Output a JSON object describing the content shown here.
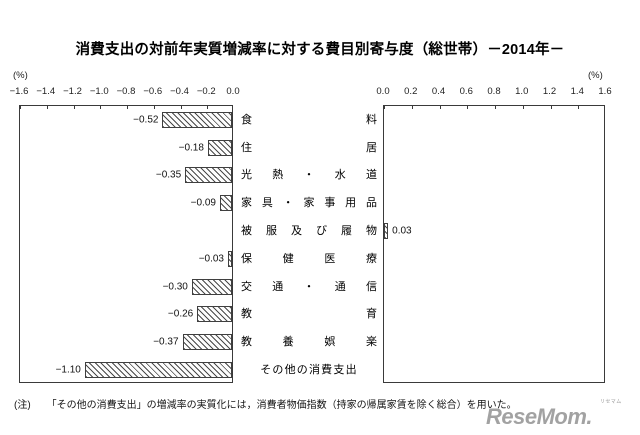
{
  "title": "消費支出の対前年実質増減率に対する費目別寄与度（総世帯）－2014年－",
  "unit_left": "(%)",
  "unit_right": "(%)",
  "footnote": {
    "marker": "(注)",
    "text": "「その他の消費支出」の増減率の実質化には，消費者物価指数（持家の帰属家賃を除く総合）を用いた。"
  },
  "watermark": {
    "text": "ReseMom.",
    "sub": "リセマム"
  },
  "axis": {
    "left_ticks": [
      "-1.6",
      "-1.4",
      "-1.2",
      "-1.0",
      "-0.8",
      "-0.6",
      "-0.4",
      "-0.2",
      "0.0"
    ],
    "right_ticks": [
      "0.0",
      "0.2",
      "0.4",
      "0.6",
      "0.8",
      "1.0",
      "1.2",
      "1.4",
      "1.6"
    ]
  },
  "categories": [
    {
      "label": "食料",
      "chars": [
        "食",
        "料"
      ]
    },
    {
      "label": "住居",
      "chars": [
        "住",
        "居"
      ]
    },
    {
      "label": "光熱・水道",
      "chars": [
        "光",
        "熱",
        "・",
        "水",
        "道"
      ]
    },
    {
      "label": "家具・家事用品",
      "chars": [
        "家",
        "具",
        "・",
        "家",
        "事",
        "用",
        "品"
      ]
    },
    {
      "label": "被服及び履物",
      "chars": [
        "被",
        "服",
        "及",
        "び",
        "履",
        "物"
      ]
    },
    {
      "label": "保健医療",
      "chars": [
        "保",
        "健",
        "医",
        "療"
      ]
    },
    {
      "label": "交通・通信",
      "chars": [
        "交",
        "通",
        "・",
        "通",
        "信"
      ]
    },
    {
      "label": "教育",
      "chars": [
        "教",
        "育"
      ]
    },
    {
      "label": "教養娯楽",
      "chars": [
        "教",
        "養",
        "娯",
        "楽"
      ]
    },
    {
      "label": "その他の消費支出",
      "chars": [
        "そ",
        "の",
        "他",
        "の",
        "消",
        "費",
        "支",
        "出"
      ]
    }
  ],
  "chart_data": {
    "type": "bar",
    "title": "消費支出の対前年実質増減率に対する費目別寄与度（総世帯）－2014年－",
    "orientation": "horizontal",
    "xlabel": "(%)",
    "ylabel": "",
    "grid": false,
    "legend": "none",
    "negative_axis_range": [
      -1.6,
      0.0
    ],
    "positive_axis_range": [
      0.0,
      1.6
    ],
    "categories": [
      "食料",
      "住居",
      "光熱・水道",
      "家具・家事用品",
      "被服及び履物",
      "保健医療",
      "交通・通信",
      "教育",
      "教養娯楽",
      "その他の消費支出"
    ],
    "values": [
      -0.52,
      -0.18,
      -0.35,
      -0.09,
      0.03,
      -0.03,
      -0.3,
      -0.26,
      -0.37,
      -1.1
    ],
    "value_labels": [
      "-0.52",
      "-0.18",
      "-0.35",
      "-0.09",
      "0.03",
      "-0.03",
      "-0.30",
      "-0.26",
      "-0.37",
      "-1.10"
    ]
  }
}
